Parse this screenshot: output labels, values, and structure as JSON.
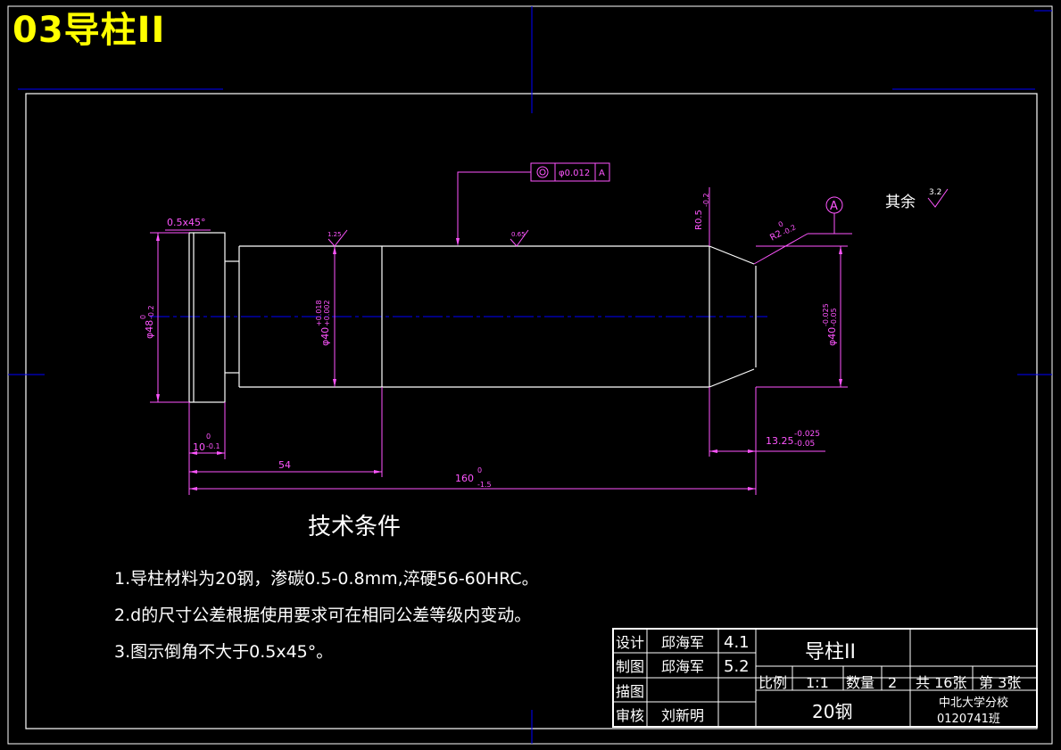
{
  "header": {
    "title": "03导柱II"
  },
  "colors": {
    "drawing": "#ffffff",
    "dimension": "#ff55ff",
    "frame": "#0000ff",
    "title": "#ffff00",
    "background": "#000000"
  },
  "dimensions": {
    "chamfer": "0.5x45°",
    "dia48_main": "φ48",
    "dia48_up": "0",
    "dia48_low": "-0.2",
    "dia40a_main": "φ40",
    "dia40a_up": "+0.018",
    "dia40a_low": "+0.002",
    "dia40b_main": "φ40",
    "dia40b_up": "-0.025",
    "dia40b_low": "-0.05",
    "len10_main": "10",
    "len10_up": "0",
    "len10_low": "-0.1",
    "len54": "54",
    "len160_main": "160",
    "len160_up": "0",
    "len160_low": "-1.5",
    "len13_main": "13.25",
    "len13_up": "-0.025",
    "len13_low": "-0.05",
    "r05_main": "R0.5",
    "r05_low": "-0.2",
    "r2_main": "R2",
    "r2_up": "0",
    "r2_low": "-0.2",
    "rough1": "1.25",
    "rough2": "0.65",
    "tolerance_value": "φ0.012",
    "tolerance_datum": "A",
    "datum_label": "A",
    "rest_label": "其余",
    "rest_value": "3.2"
  },
  "tech": {
    "title": "技术条件",
    "lines": [
      "1.导柱材料为20钢，渗碳0.5-0.8mm,淬硬56-60HRC。",
      "2.d的尺寸公差根据使用要求可在相同公差等级内变动。",
      "3.图示倒角不大于0.5x45°。"
    ]
  },
  "title_block": {
    "rows": [
      {
        "role": "设计",
        "name": "邱海军",
        "code": "4.1"
      },
      {
        "role": "制图",
        "name": "邱海军",
        "code": "5.2"
      },
      {
        "role": "描图",
        "name": "",
        "code": ""
      },
      {
        "role": "审核",
        "name": "刘新明",
        "code": ""
      }
    ],
    "part_name": "导柱II",
    "scale_label": "比例",
    "scale_value": "1:1",
    "qty_label": "数量",
    "qty_value": "2",
    "total": "共 16张",
    "sheet": "第 3张",
    "material": "20钢",
    "school": "中北大学分校",
    "class": "0120741班"
  }
}
